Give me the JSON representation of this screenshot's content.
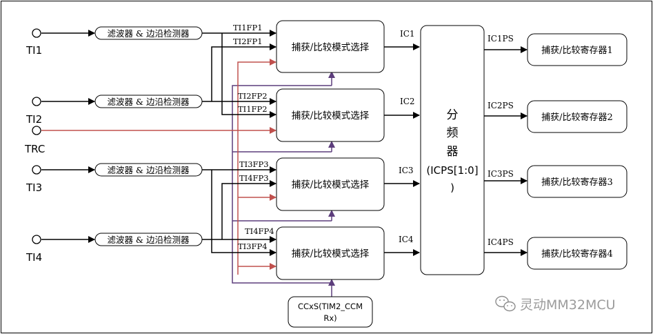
{
  "inputs": [
    {
      "label": "TI1",
      "filter": "滤波器 & 边沿检测器"
    },
    {
      "label": "TI2",
      "filter": "滤波器 & 边沿检测器"
    },
    {
      "label": "TRC"
    },
    {
      "label": "TI3",
      "filter": "滤波器 & 边沿检测器"
    },
    {
      "label": "TI4",
      "filter": "滤波器 & 边沿检测器"
    }
  ],
  "signals": {
    "ti1fp1": "TI1FP1",
    "ti2fp1": "TI2FP1",
    "ti2fp2": "TI2FP2",
    "ti1fp2": "TI1FP2",
    "ti3fp3": "TI3FP3",
    "ti4fp3": "TI4FP3",
    "ti4fp4": "TI4FP4",
    "ti3fp4": "TI3FP4"
  },
  "capture_blocks": [
    "捕获/比较模式选择",
    "捕获/比较模式选择",
    "捕获/比较模式选择",
    "捕获/比较模式选择"
  ],
  "ic_labels": [
    "IC1",
    "IC2",
    "IC3",
    "IC4"
  ],
  "prescaler": {
    "chars": [
      "分",
      "频",
      "器"
    ],
    "line1": "(ICPS[1:0]",
    "line2": ")"
  },
  "icps_labels": [
    "IC1PS",
    "IC2PS",
    "IC3PS",
    "IC4PS"
  ],
  "registers": [
    "捕获/比较寄存器1",
    "捕获/比较寄存器2",
    "捕获/比较寄存器3",
    "捕获/比较寄存器4"
  ],
  "ccxs": {
    "line1": "CCxS(TIM2_CCM",
    "line2": "Rx)"
  },
  "watermark": "灵动MM32MCU",
  "colors": {
    "red": "#c0504d",
    "purple": "#5c3d7c",
    "black": "#000000"
  }
}
